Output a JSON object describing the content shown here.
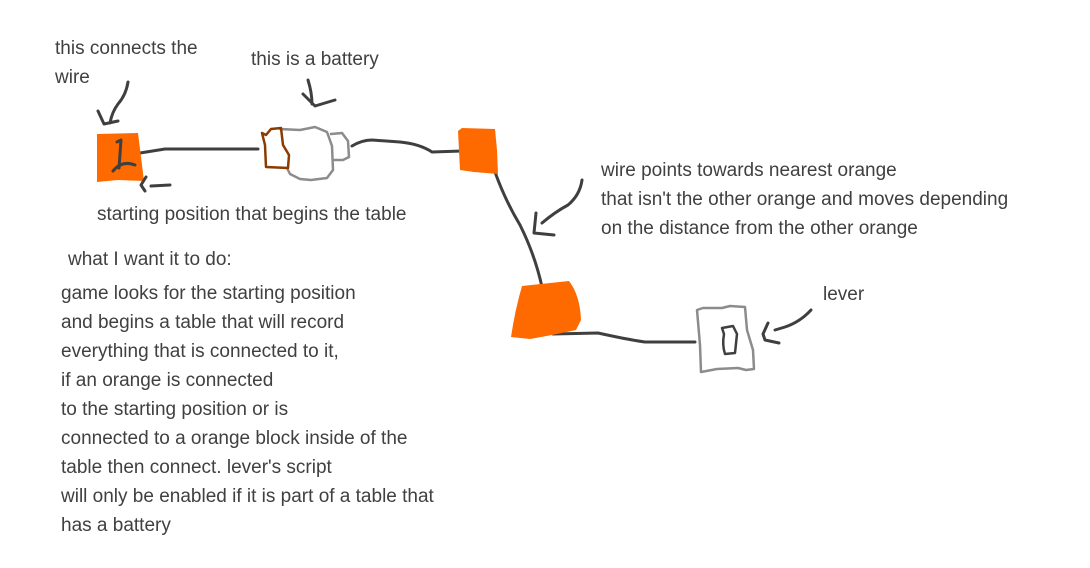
{
  "labels": {
    "connector": [
      "this connects the",
      "wire"
    ],
    "battery": "this is a battery",
    "start": "starting position that begins the table",
    "wire_note": [
      "wire points towards nearest orange",
      "that isn't the other orange and moves depending",
      "on the distance from the other orange"
    ],
    "lever": "lever"
  },
  "description": {
    "heading": "what I want it to do:",
    "lines": [
      "game looks for the starting position",
      "and begins a table that will record",
      "everything that is connected to it,",
      "if an orange is connected",
      "to the starting position or is",
      "connected to a orange block inside of the",
      "table then connect. lever's script",
      "will only be enabled if it is part of a table that",
      "has a battery"
    ]
  },
  "colors": {
    "orange_block": "#ff6a00",
    "wire": "#3f3f3f",
    "battery_terminal": "#8b3a00",
    "battery_body": "#8c8c8c",
    "text": "#404040"
  }
}
